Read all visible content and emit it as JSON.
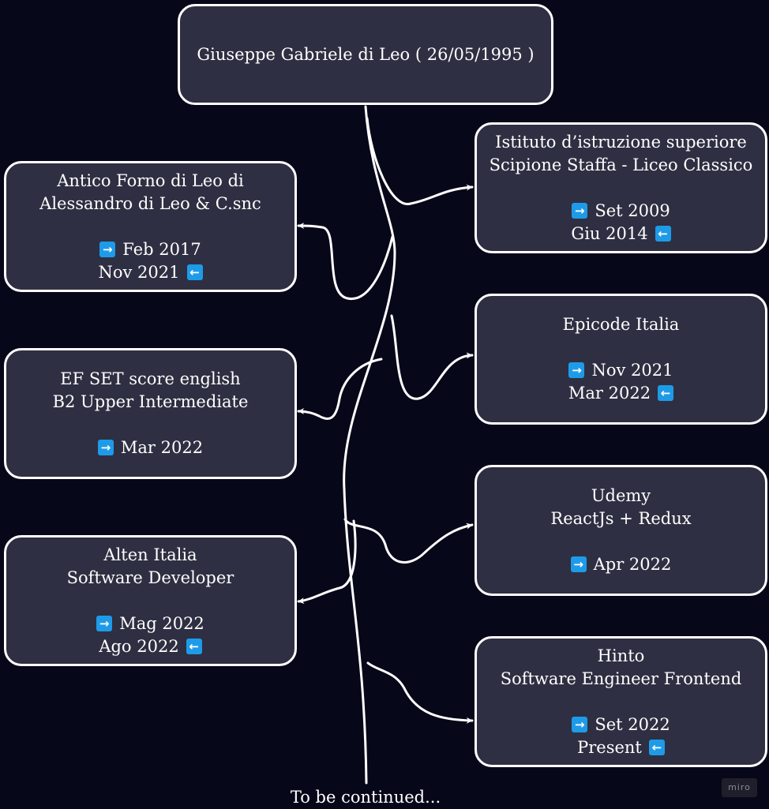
{
  "root": {
    "title": "Giuseppe Gabriele di Leo ( 26/05/1995 )"
  },
  "nodes": {
    "liceo": {
      "lines": [
        "Istituto d’istruzione superiore",
        "Scipione Staffa - Liceo Classico"
      ],
      "start": "Set 2009",
      "end": "Giu 2014"
    },
    "forno": {
      "lines": [
        "Antico Forno di Leo di",
        "Alessandro di Leo & C.snc"
      ],
      "start": "Feb 2017",
      "end": "Nov 2021"
    },
    "epicode": {
      "lines": [
        "Epicode Italia"
      ],
      "start": "Nov 2021",
      "end": "Mar 2022"
    },
    "efset": {
      "lines": [
        "EF SET score english",
        "B2 Upper Intermediate"
      ],
      "start": "Mar 2022"
    },
    "udemy": {
      "lines": [
        "Udemy",
        "ReactJs + Redux"
      ],
      "start": "Apr 2022"
    },
    "alten": {
      "lines": [
        "Alten Italia",
        "Software Developer"
      ],
      "start": "Mag 2022",
      "end": "Ago 2022"
    },
    "hinto": {
      "lines": [
        "Hinto",
        "Software Engineer Frontend"
      ],
      "start": "Set 2022",
      "end": "Present"
    }
  },
  "icons": {
    "start": "arrow-right-icon",
    "end": "arrow-left-icon"
  },
  "footer": {
    "continued": "To be continued..."
  },
  "watermark": {
    "label": "miro"
  },
  "colors": {
    "background": "#07071a",
    "node_fill": "#2e2f42",
    "node_border": "#ffffff",
    "badge": "#1e9be8"
  }
}
